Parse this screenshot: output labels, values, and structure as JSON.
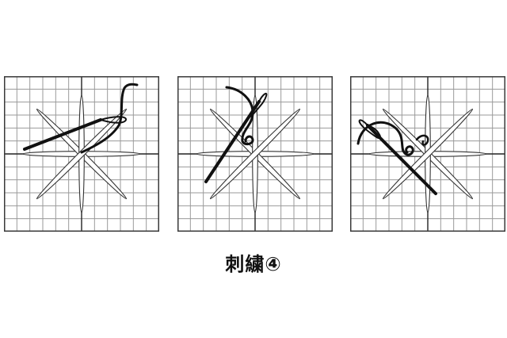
{
  "caption": "刺繍④",
  "colors": {
    "grid_line": "#9a9a9a",
    "frame": "#3a3a3a",
    "axis": "#222222",
    "petal_outline": "#333333",
    "petal_fill": "#ffffff",
    "thread": "#111111",
    "background": "#ffffff"
  },
  "icons": {
    "panel_1": "embroidery-needle-step-1",
    "panel_2": "embroidery-needle-step-2",
    "panel_3": "embroidery-needle-step-3"
  },
  "grid": {
    "cells": 12
  },
  "petal_angles_deg": [
    0,
    45,
    90,
    135
  ]
}
